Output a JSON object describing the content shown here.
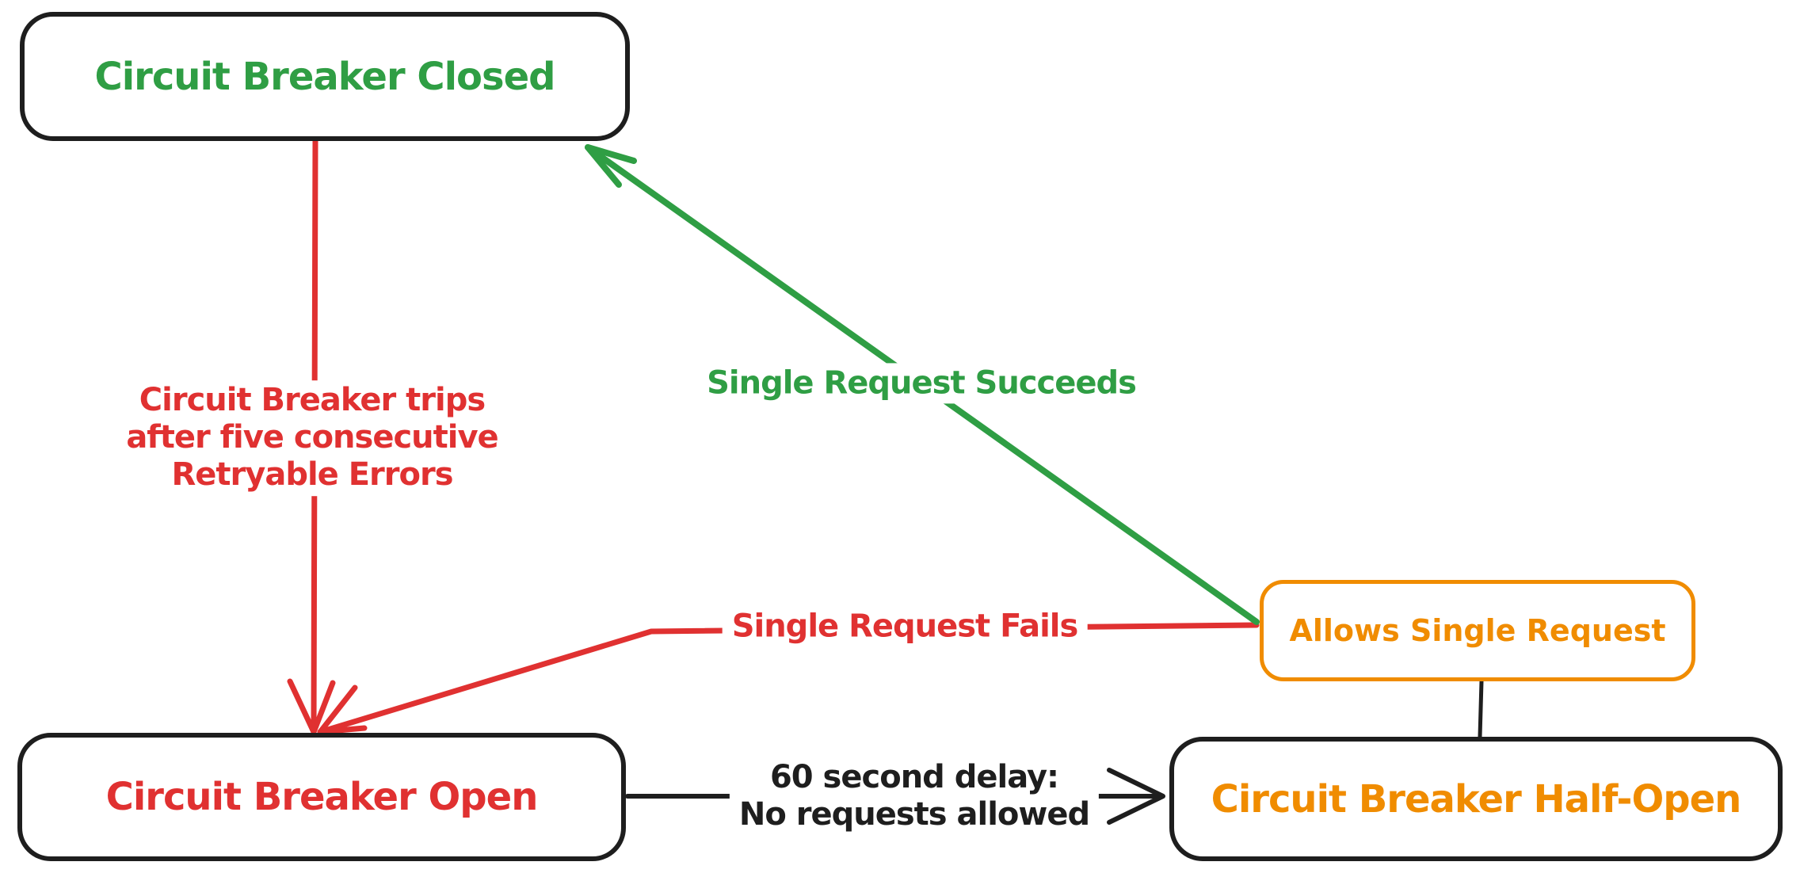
{
  "colors": {
    "green": "#2f9e44",
    "red": "#e03131",
    "orange": "#f08c00",
    "black": "#1e1e1e"
  },
  "diagram": {
    "nodes": {
      "closed": {
        "label": "Circuit Breaker Closed"
      },
      "open": {
        "label": "Circuit Breaker Open"
      },
      "half_open": {
        "label": "Circuit Breaker Half-Open"
      },
      "allows": {
        "label": "Allows Single Request"
      }
    },
    "edges": {
      "trip": {
        "label": "Circuit Breaker trips\nafter five consecutive\nRetryable Errors"
      },
      "success": {
        "label": "Single Request Succeeds"
      },
      "fail": {
        "label": "Single Request Fails"
      },
      "delay": {
        "label": "60 second delay:\nNo requests allowed"
      }
    }
  }
}
